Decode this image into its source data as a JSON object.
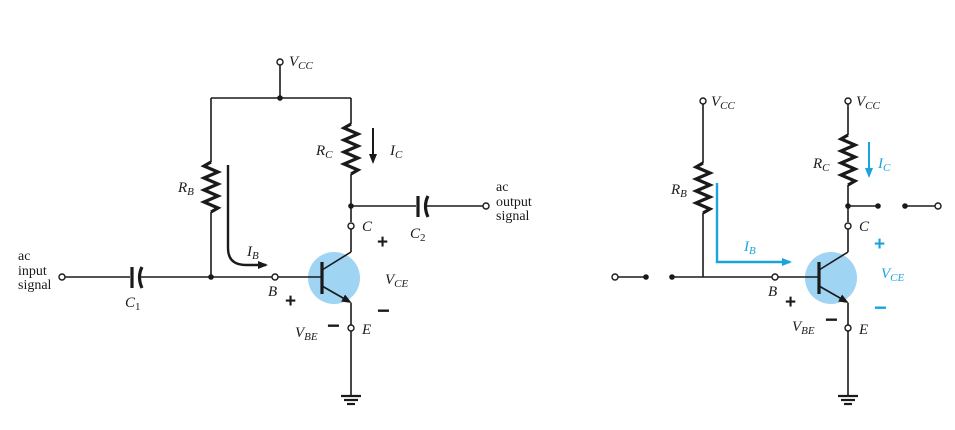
{
  "left_circuit": {
    "vcc": {
      "main": "V",
      "sub": "CC"
    },
    "rb": {
      "main": "R",
      "sub": "B"
    },
    "rc": {
      "main": "R",
      "sub": "C"
    },
    "ic": {
      "main": "I",
      "sub": "C"
    },
    "ib": {
      "main": "I",
      "sub": "B"
    },
    "c1": {
      "main": "C",
      "sub": "1"
    },
    "c2": {
      "main": "C",
      "sub": "2"
    },
    "vce": {
      "main": "V",
      "sub": "CE"
    },
    "vbe": {
      "main": "V",
      "sub": "BE"
    },
    "node_b": "B",
    "node_c": "C",
    "node_e": "E",
    "input_label": [
      "ac",
      "input",
      "signal"
    ],
    "output_label": [
      "ac",
      "output",
      "signal"
    ],
    "plus": "+",
    "minus": "−"
  },
  "right_circuit": {
    "vcc_left": {
      "main": "V",
      "sub": "CC"
    },
    "vcc_right": {
      "main": "V",
      "sub": "CC"
    },
    "rb": {
      "main": "R",
      "sub": "B"
    },
    "rc": {
      "main": "R",
      "sub": "C"
    },
    "ic": {
      "main": "I",
      "sub": "C"
    },
    "ib": {
      "main": "I",
      "sub": "B"
    },
    "vce": {
      "main": "V",
      "sub": "CE"
    },
    "vbe": {
      "main": "V",
      "sub": "BE"
    },
    "node_b": "B",
    "node_c": "C",
    "node_e": "E",
    "plus": "+",
    "minus": "−"
  },
  "colors": {
    "ink": "#1a1a1a",
    "accent": "#1aa3dd",
    "transistor_fill": "#9fd4f3"
  }
}
